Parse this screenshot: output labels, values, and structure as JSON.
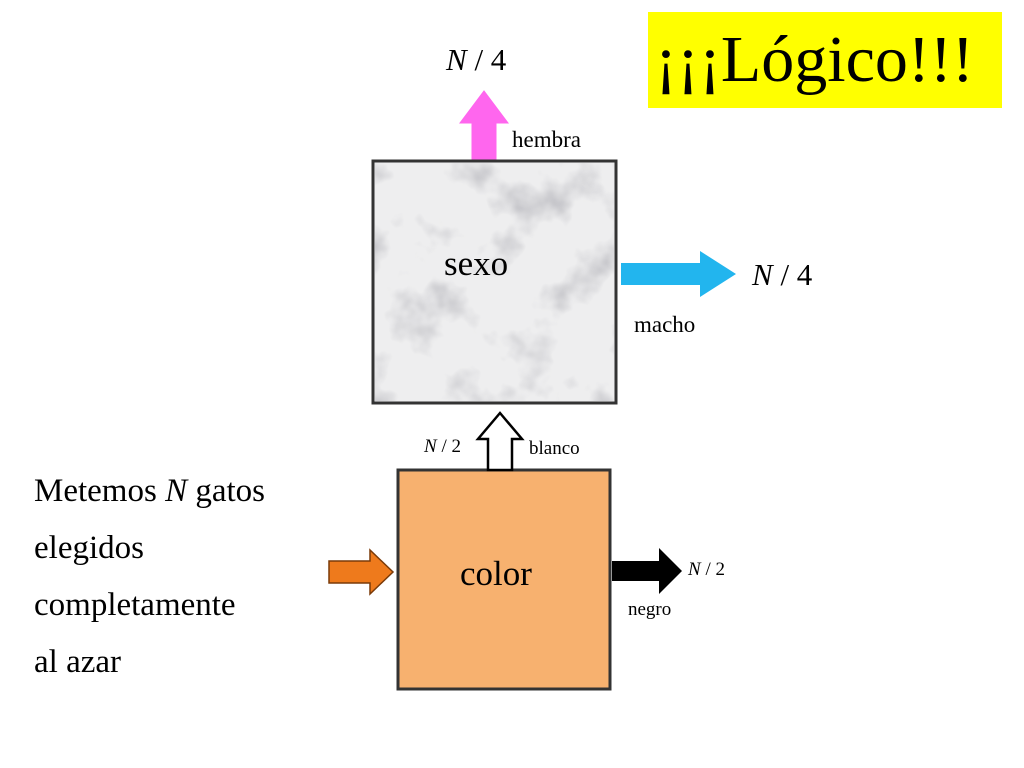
{
  "title": "¡¡¡Lógico!!!",
  "boxes": {
    "sexo": "sexo",
    "color": "color"
  },
  "labels": {
    "hembra": "hembra",
    "macho": "macho",
    "blanco": "blanco",
    "negro": "negro"
  },
  "fractions": {
    "hembra": {
      "var": "N",
      "rest": " / 4"
    },
    "macho": {
      "var": "N",
      "rest": " / 4"
    },
    "blanco": {
      "var": "N",
      "rest": " / 2"
    },
    "negro": {
      "var": "N",
      "rest": " / 2"
    }
  },
  "left_text": {
    "line1_pre": "Metemos ",
    "line1_var": "N",
    "line1_post": " gatos",
    "line2": "elegidos",
    "line3": "completamente",
    "line4": "al azar"
  },
  "colors": {
    "title_bg": "#ffff00",
    "color_box": "#f7b16f",
    "hembra_arrow": "#ff66ee",
    "macho_arrow": "#22b5ee",
    "input_arrow": "#ee7a1c",
    "negro_arrow": "#000000",
    "blanco_arrow": "#ffffff"
  }
}
